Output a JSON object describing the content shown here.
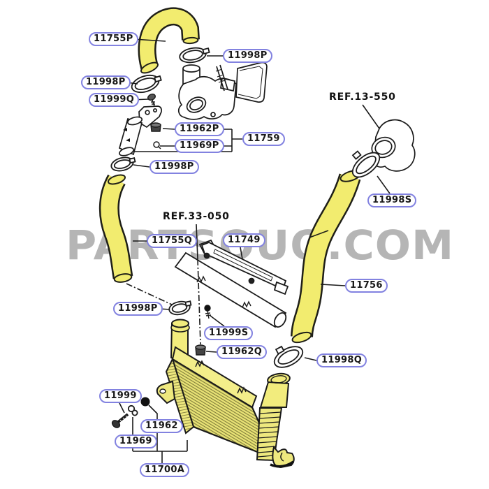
{
  "watermark": {
    "text": "PARTSOUQ.COM",
    "color": "#b5b5b5"
  },
  "colors": {
    "label_border": "#8282e0",
    "label_text": "#181818",
    "highlight_yellow": "#f2ec6f",
    "line_black": "#1a1a1a"
  },
  "ref_labels": [
    {
      "text": "REF.13-550"
    },
    {
      "text": "REF.33-050"
    }
  ],
  "part_labels": [
    {
      "text": "11755P"
    },
    {
      "text": "11998P"
    },
    {
      "text": "11998P"
    },
    {
      "text": "11999Q"
    },
    {
      "text": "11962P"
    },
    {
      "text": "11969P"
    },
    {
      "text": "11759"
    },
    {
      "text": "11998P"
    },
    {
      "text": "11998S"
    },
    {
      "text": "11755Q"
    },
    {
      "text": "11749"
    },
    {
      "text": "11756"
    },
    {
      "text": "11998P"
    },
    {
      "text": "11999S"
    },
    {
      "text": "11962Q"
    },
    {
      "text": "11998Q"
    },
    {
      "text": "11999"
    },
    {
      "text": "11962"
    },
    {
      "text": "11969"
    },
    {
      "text": "11700A"
    }
  ]
}
